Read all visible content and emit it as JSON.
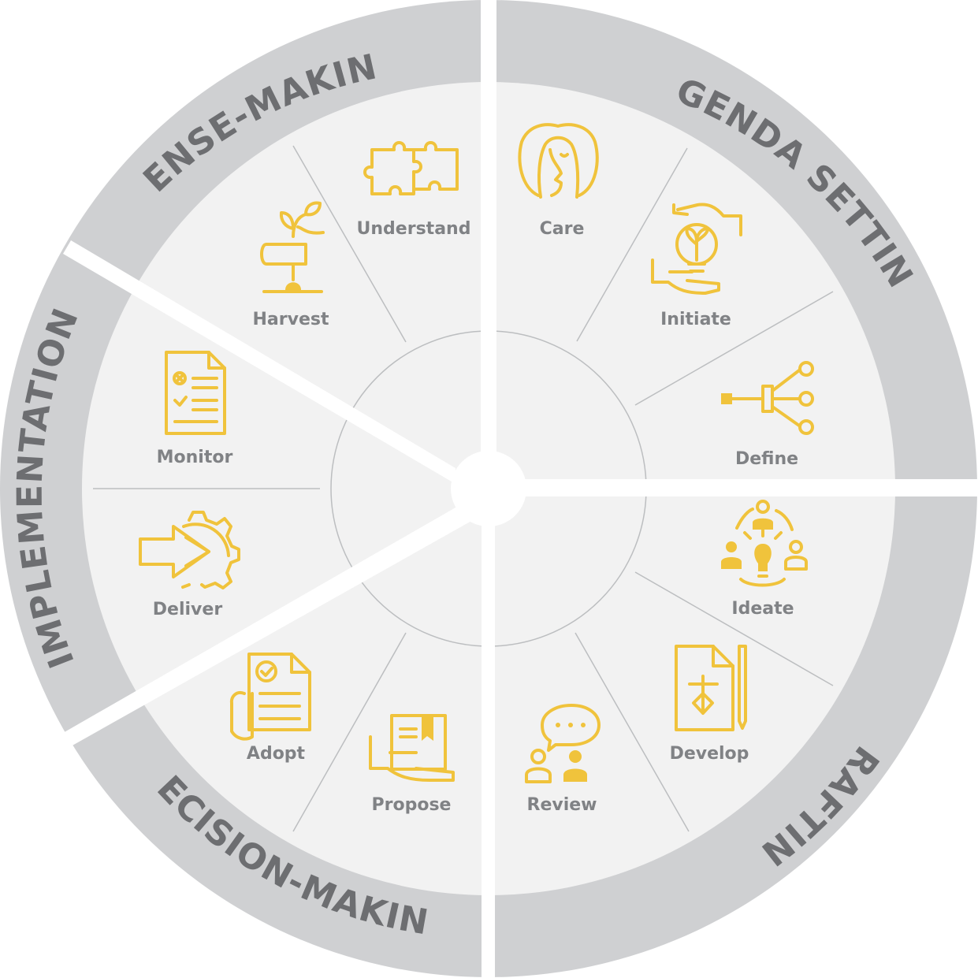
{
  "colors": {
    "outer_ring": "#cfd0d2",
    "inner_field": "#f2f2f2",
    "divider": "#bcbec0",
    "phase_text": "#6d6e71",
    "step_text": "#808285",
    "icon": "#f0c33c",
    "gap": "#ffffff"
  },
  "phases": [
    {
      "id": "agenda-setting",
      "label": "AGENDA SETTING"
    },
    {
      "id": "drafting",
      "label": "DRAFTING"
    },
    {
      "id": "decision-making",
      "label": "DECISION-MAKING"
    },
    {
      "id": "implementation",
      "label": "IMPLEMENTATION"
    },
    {
      "id": "sense-making",
      "label": "SENSE-MAKING"
    }
  ],
  "steps": [
    {
      "id": "care",
      "label": "Care",
      "icon": "head-icon"
    },
    {
      "id": "initiate",
      "label": "Initiate",
      "icon": "hands-lightbulb-icon"
    },
    {
      "id": "define",
      "label": "Define",
      "icon": "network-icon"
    },
    {
      "id": "ideate",
      "label": "Ideate",
      "icon": "group-idea-icon"
    },
    {
      "id": "develop",
      "label": "Develop",
      "icon": "document-pen-icon"
    },
    {
      "id": "review",
      "label": "Review",
      "icon": "chat-people-icon"
    },
    {
      "id": "propose",
      "label": "Propose",
      "icon": "hand-document-icon"
    },
    {
      "id": "adopt",
      "label": "Adopt",
      "icon": "approved-document-icon"
    },
    {
      "id": "deliver",
      "label": "Deliver",
      "icon": "gear-arrow-icon"
    },
    {
      "id": "monitor",
      "label": "Monitor",
      "icon": "checklist-icon"
    },
    {
      "id": "harvest",
      "label": "Harvest",
      "icon": "hand-plant-icon"
    },
    {
      "id": "understand",
      "label": "Understand",
      "icon": "puzzle-icon"
    }
  ]
}
